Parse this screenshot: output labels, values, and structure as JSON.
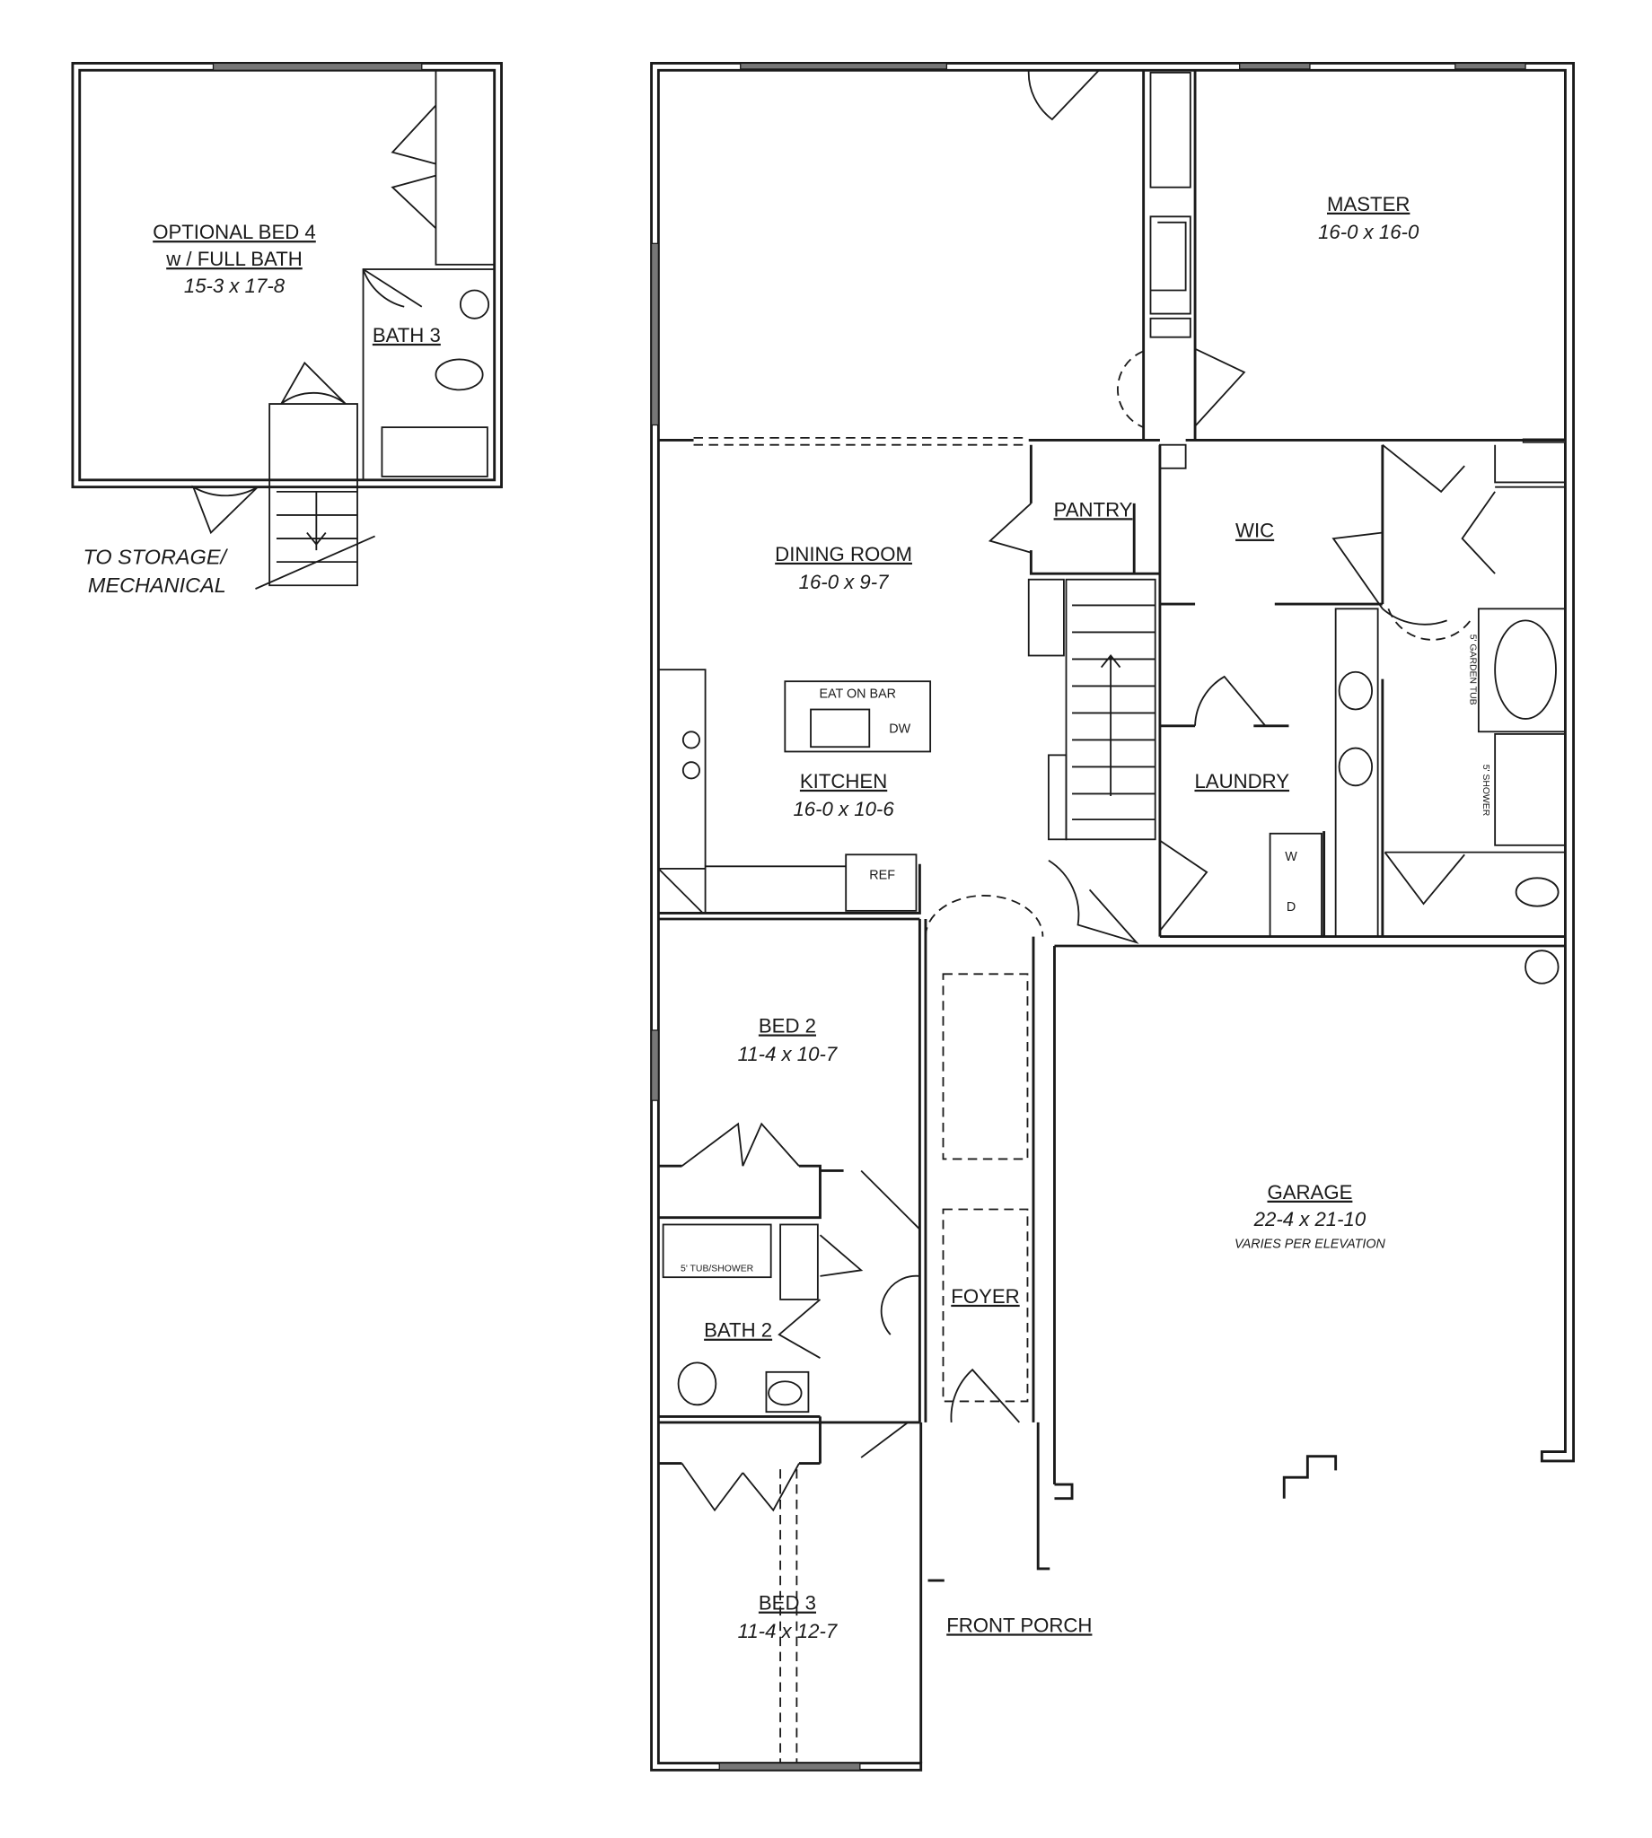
{
  "upper": {
    "bed4": {
      "name": "OPTIONAL BED 4",
      "sub": "w / FULL BATH",
      "dim": "15-3 x 17-8"
    },
    "bath3": {
      "name": "BATH 3"
    },
    "note_line1": "TO STORAGE/",
    "note_line2": "MECHANICAL"
  },
  "main": {
    "master": {
      "name": "MASTER",
      "dim": "16-0 x 16-0"
    },
    "pantry": {
      "name": "PANTRY"
    },
    "wic": {
      "name": "WIC"
    },
    "dining": {
      "name": "DINING ROOM",
      "dim": "16-0 x 9-7"
    },
    "eat_on_bar": "EAT ON BAR",
    "dw": "DW",
    "ref": "REF",
    "kitchen": {
      "name": "KITCHEN",
      "dim": "16-0 x 10-6"
    },
    "laundry": {
      "name": "LAUNDRY"
    },
    "washer": "W",
    "dryer": "D",
    "garden_tub": "5' GARDEN TUB",
    "shower": "5' SHOWER",
    "bed2": {
      "name": "BED 2",
      "dim": "11-4 x 10-7"
    },
    "tub_shower": "5' TUB/SHOWER",
    "bath2": {
      "name": "BATH 2"
    },
    "foyer": {
      "name": "FOYER"
    },
    "bed3": {
      "name": "BED 3",
      "dim": "11-4 x 12-7"
    },
    "front_porch": {
      "name": "FRONT PORCH"
    },
    "garage": {
      "name": "GARAGE",
      "dim": "22-4 x 21-10",
      "note": "VARIES PER ELEVATION"
    }
  }
}
